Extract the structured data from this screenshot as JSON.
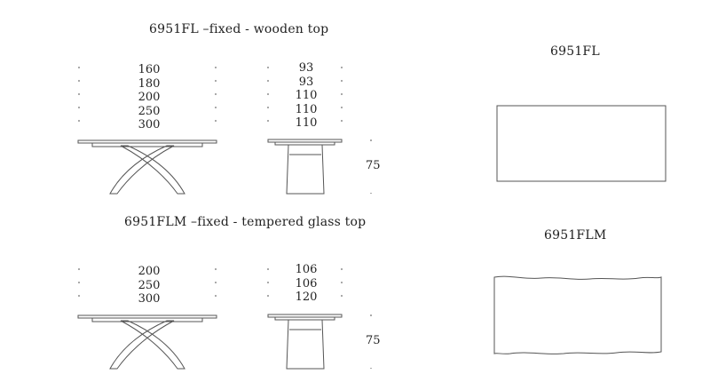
{
  "sections": [
    {
      "title": "6951FL –fixed - wooden top",
      "lengths": [
        "160",
        "180",
        "200",
        "250",
        "300"
      ],
      "widths": [
        "93",
        "93",
        "110",
        "110",
        "110"
      ],
      "height": "75",
      "plan_label": "6951FL",
      "plan_edge": "straight"
    },
    {
      "title": "6951FLM –fixed - tempered glass top",
      "lengths": [
        "200",
        "250",
        "300"
      ],
      "widths": [
        "106",
        "106",
        "120"
      ],
      "height": "75",
      "plan_label": "6951FLM",
      "plan_edge": "live-edge"
    }
  ]
}
